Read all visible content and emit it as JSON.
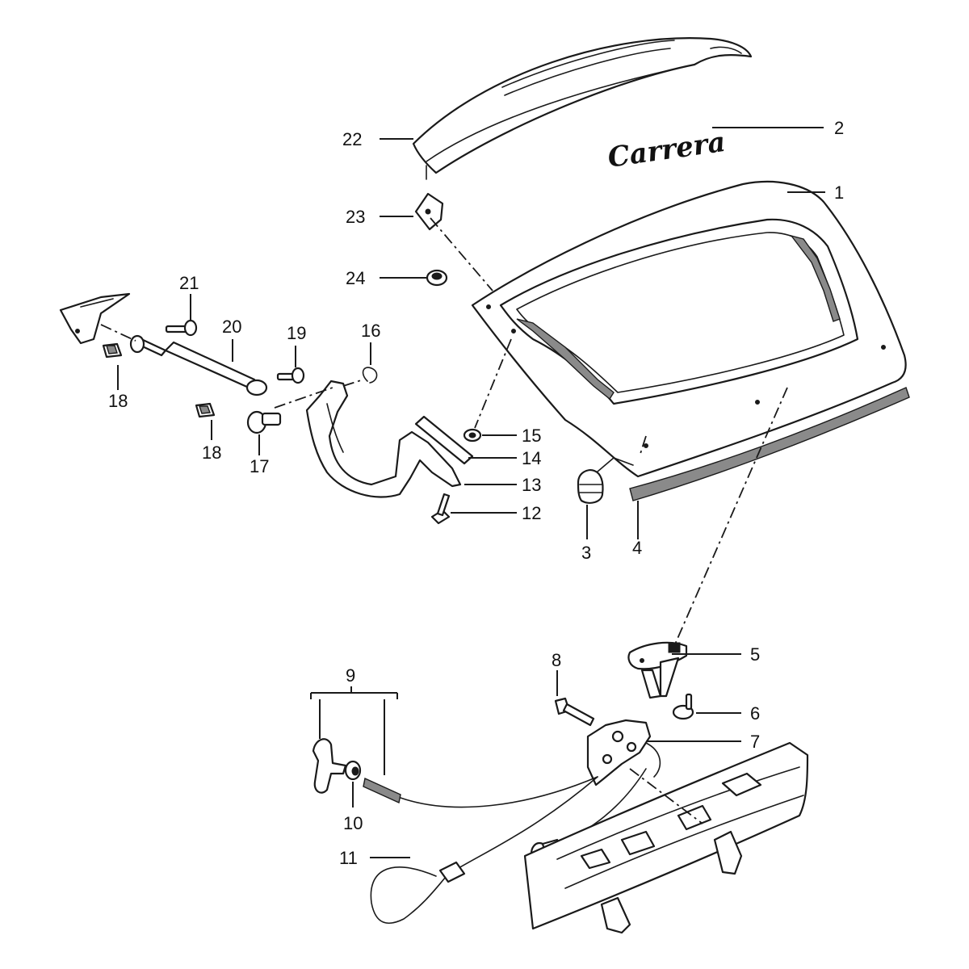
{
  "badge_text": "Carrera",
  "callouts": {
    "c1": "1",
    "c2": "2",
    "c3": "3",
    "c4": "4",
    "c5": "5",
    "c6": "6",
    "c7": "7",
    "c8": "8",
    "c9": "9",
    "c10": "10",
    "c11": "11",
    "c12": "12",
    "c13": "13",
    "c14": "14",
    "c15": "15",
    "c16": "16",
    "c17": "17",
    "c18a": "18",
    "c18b": "18",
    "c19": "19",
    "c20": "20",
    "c21": "21",
    "c22": "22",
    "c23": "23",
    "c24": "24"
  }
}
